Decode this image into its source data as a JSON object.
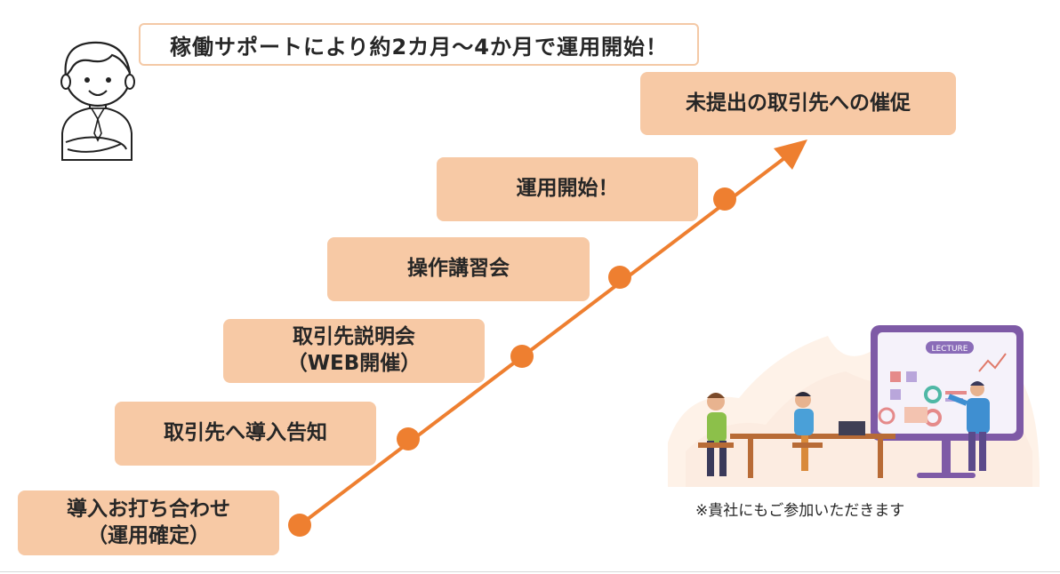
{
  "headline": "稼働サポートにより約2カ月～4か月で運用開始！",
  "steps": [
    {
      "line1": "導入お打ち合わせ",
      "line2": "（運用確定）"
    },
    {
      "line1": "取引先へ導入告知"
    },
    {
      "line1": "取引先説明会",
      "line2": "（WEB開催）"
    },
    {
      "line1": "操作講習会"
    },
    {
      "line1": "運用開始！"
    },
    {
      "line1": "未提出の取引先への催促"
    }
  ],
  "illustration": {
    "screen_label": "LECTURE"
  },
  "note": "※貴社にもご参加いただきます",
  "colors": {
    "accent": "#ee7f30",
    "step_fill": "#f7c9a5",
    "headline_border": "#f4c9a6"
  }
}
